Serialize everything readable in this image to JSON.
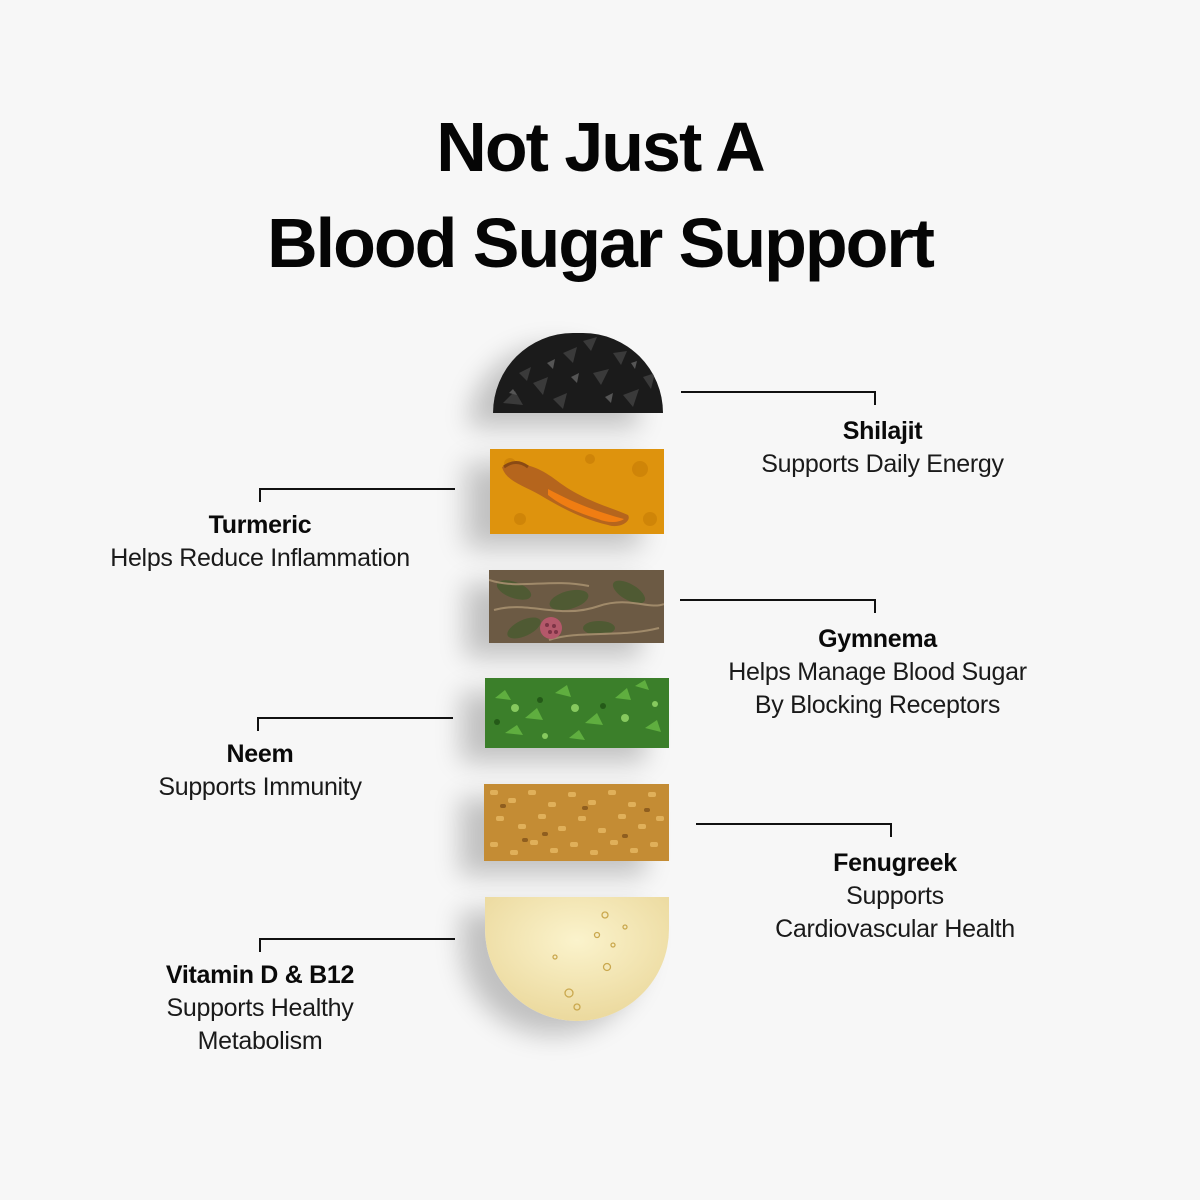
{
  "title": {
    "line1": "Not Just A",
    "line2": "Blood Sugar Support"
  },
  "ingredients": [
    {
      "name": "Shilajit",
      "desc1": "Supports Daily Energy",
      "desc2": ""
    },
    {
      "name": "Turmeric",
      "desc1": "Helps Reduce Inflammation",
      "desc2": ""
    },
    {
      "name": "Gymnema",
      "desc1": "Helps Manage Blood Sugar",
      "desc2": "By Blocking Receptors"
    },
    {
      "name": "Neem",
      "desc1": "Supports Immunity",
      "desc2": ""
    },
    {
      "name": "Fenugreek",
      "desc1": "Supports",
      "desc2": "Cardiovascular Health"
    },
    {
      "name": "Vitamin D & B12",
      "desc1": "Supports Healthy",
      "desc2": "Metabolism"
    }
  ],
  "colors": {
    "background": "#f7f7f7",
    "shilajit": "#1e1e1e",
    "turmeric": "#e0960e",
    "gymnema": "#6e5a45",
    "neem": "#3f8a2c",
    "fenugreek": "#c8913a",
    "vitamin_oil": "#f1e3a8"
  },
  "icons": [
    "shilajit-image",
    "turmeric-image",
    "gymnema-image",
    "neem-image",
    "fenugreek-image",
    "vitamin-oil-image"
  ]
}
